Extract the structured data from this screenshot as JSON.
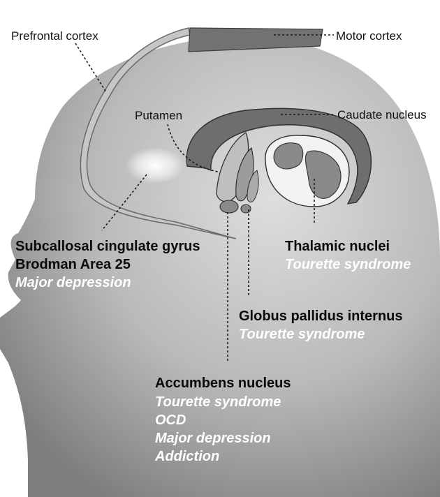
{
  "labels": {
    "prefrontal": "Prefrontal cortex",
    "motor": "Motor cortex",
    "putamen": "Putamen",
    "caudate": "Caudate nucleus",
    "subcallosal_1": "Subcallosal cingulate gyrus",
    "subcallosal_2": "Brodman Area 25",
    "thalamic": "Thalamic nuclei",
    "globus": "Globus pallidus internus",
    "accumbens": "Accumbens nucleus"
  },
  "conditions": {
    "subcallosal": [
      "Major depression"
    ],
    "thalamic": [
      "Tourette syndrome"
    ],
    "globus": [
      "Tourette syndrome"
    ],
    "accumbens": [
      "Tourette syndrome",
      "OCD",
      "Major depression",
      "Addiction"
    ]
  },
  "colors": {
    "head_light": "#d2d2d2",
    "head_dark": "#8a8a8a",
    "structure_dark": "#6b6b6b",
    "cortex_band": "#bdbdbd",
    "highlight": "#ffffff"
  }
}
